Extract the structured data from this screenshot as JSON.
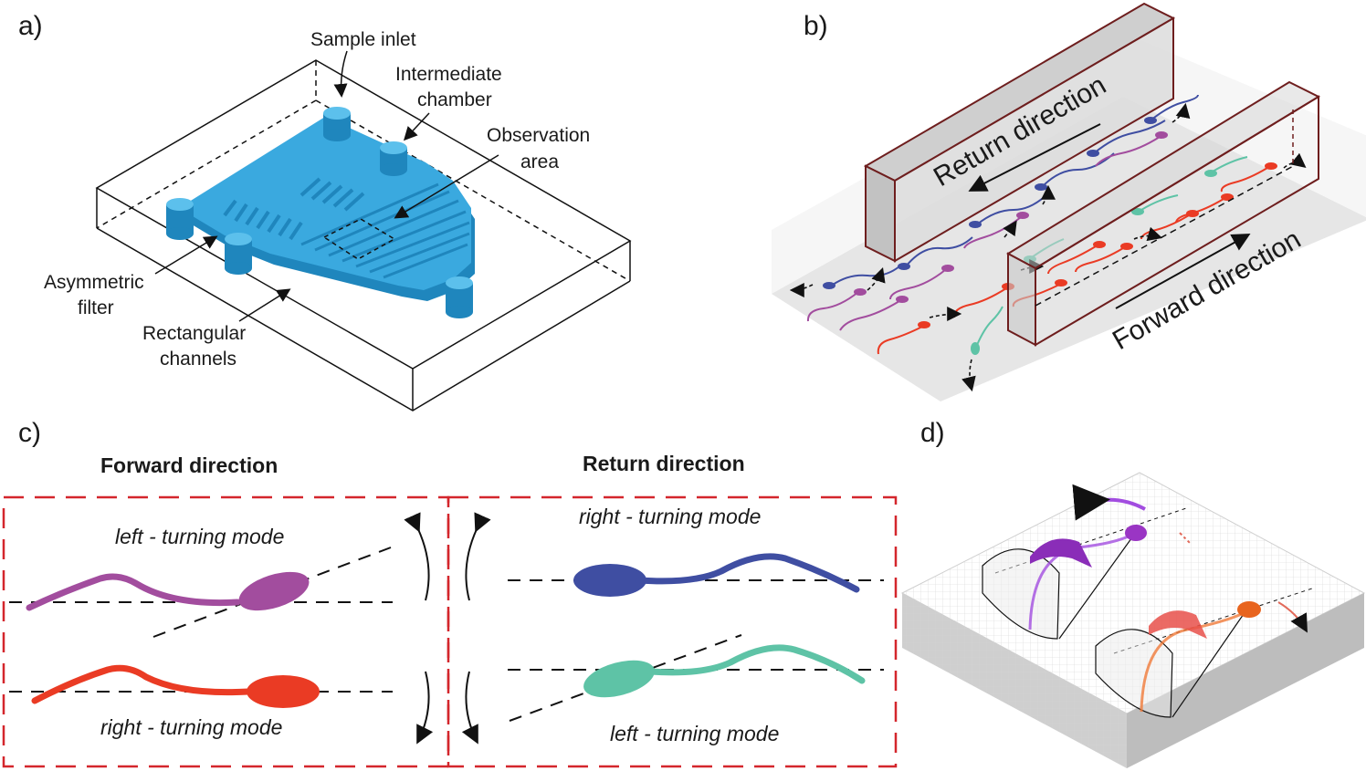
{
  "panel_a": {
    "label": "a)",
    "callouts": {
      "sample_inlet": "Sample inlet",
      "intermediate_1": "Intermediate",
      "intermediate_2": "chamber",
      "observation_1": "Observation",
      "observation_2": "area",
      "asymmetric_1": "Asymmetric",
      "asymmetric_2": "filter",
      "rectangular_1": "Rectangular",
      "rectangular_2": "channels"
    }
  },
  "panel_b": {
    "label": "b)",
    "return_direction": "Return direction",
    "forward_direction": "Forward direction"
  },
  "panel_c": {
    "label": "c)",
    "forward_heading": "Forward direction",
    "return_heading": "Return direction",
    "forward_top_mode": "left - turning mode",
    "forward_bottom_mode": "right - turning mode",
    "return_top_mode": "right - turning mode",
    "return_bottom_mode": "left - turning mode"
  },
  "panel_d": {
    "label": "d)"
  },
  "colors": {
    "chip_blue": "#3aa9df",
    "chip_blue_dark": "#1f86bd",
    "wall_dark_red": "#6e1e1e",
    "box_red_dash": "#d4262c",
    "sperm_purple": "#a24d9e",
    "sperm_red": "#ea3b24",
    "sperm_blue": "#3f4ea2",
    "sperm_teal": "#5ec3a6"
  }
}
